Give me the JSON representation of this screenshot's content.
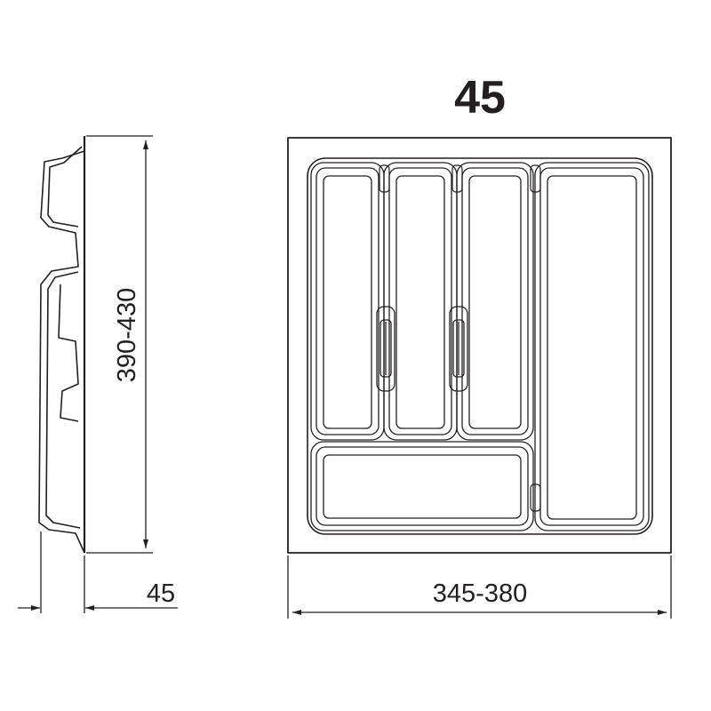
{
  "title": "45",
  "dimensions": {
    "side_height": "390-430",
    "side_depth": "45",
    "front_width": "345-380"
  },
  "colors": {
    "line": "#231f20",
    "background": "#ffffff"
  }
}
